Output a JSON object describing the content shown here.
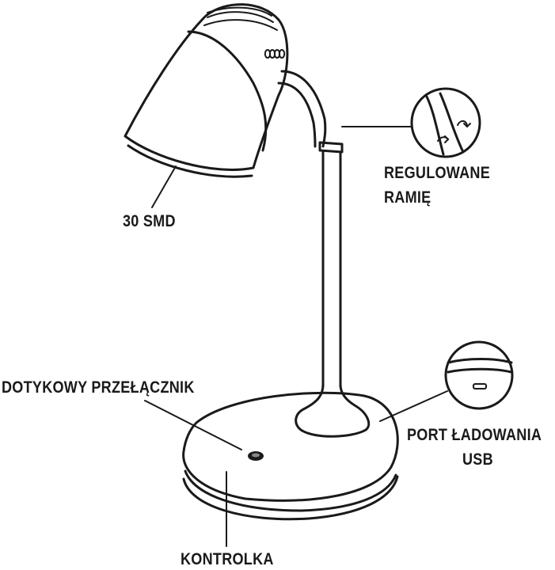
{
  "labels": {
    "smd": "30 SMD",
    "arm_line1": "REGULOWANE",
    "arm_line2": "RAMIĘ",
    "touch_switch": "DOTYKOWY PRZEŁĄCZNIK",
    "usb_line1": "PORT ŁADOWANIA",
    "usb_line2": "USB",
    "indicator": "KONTROLKA"
  }
}
